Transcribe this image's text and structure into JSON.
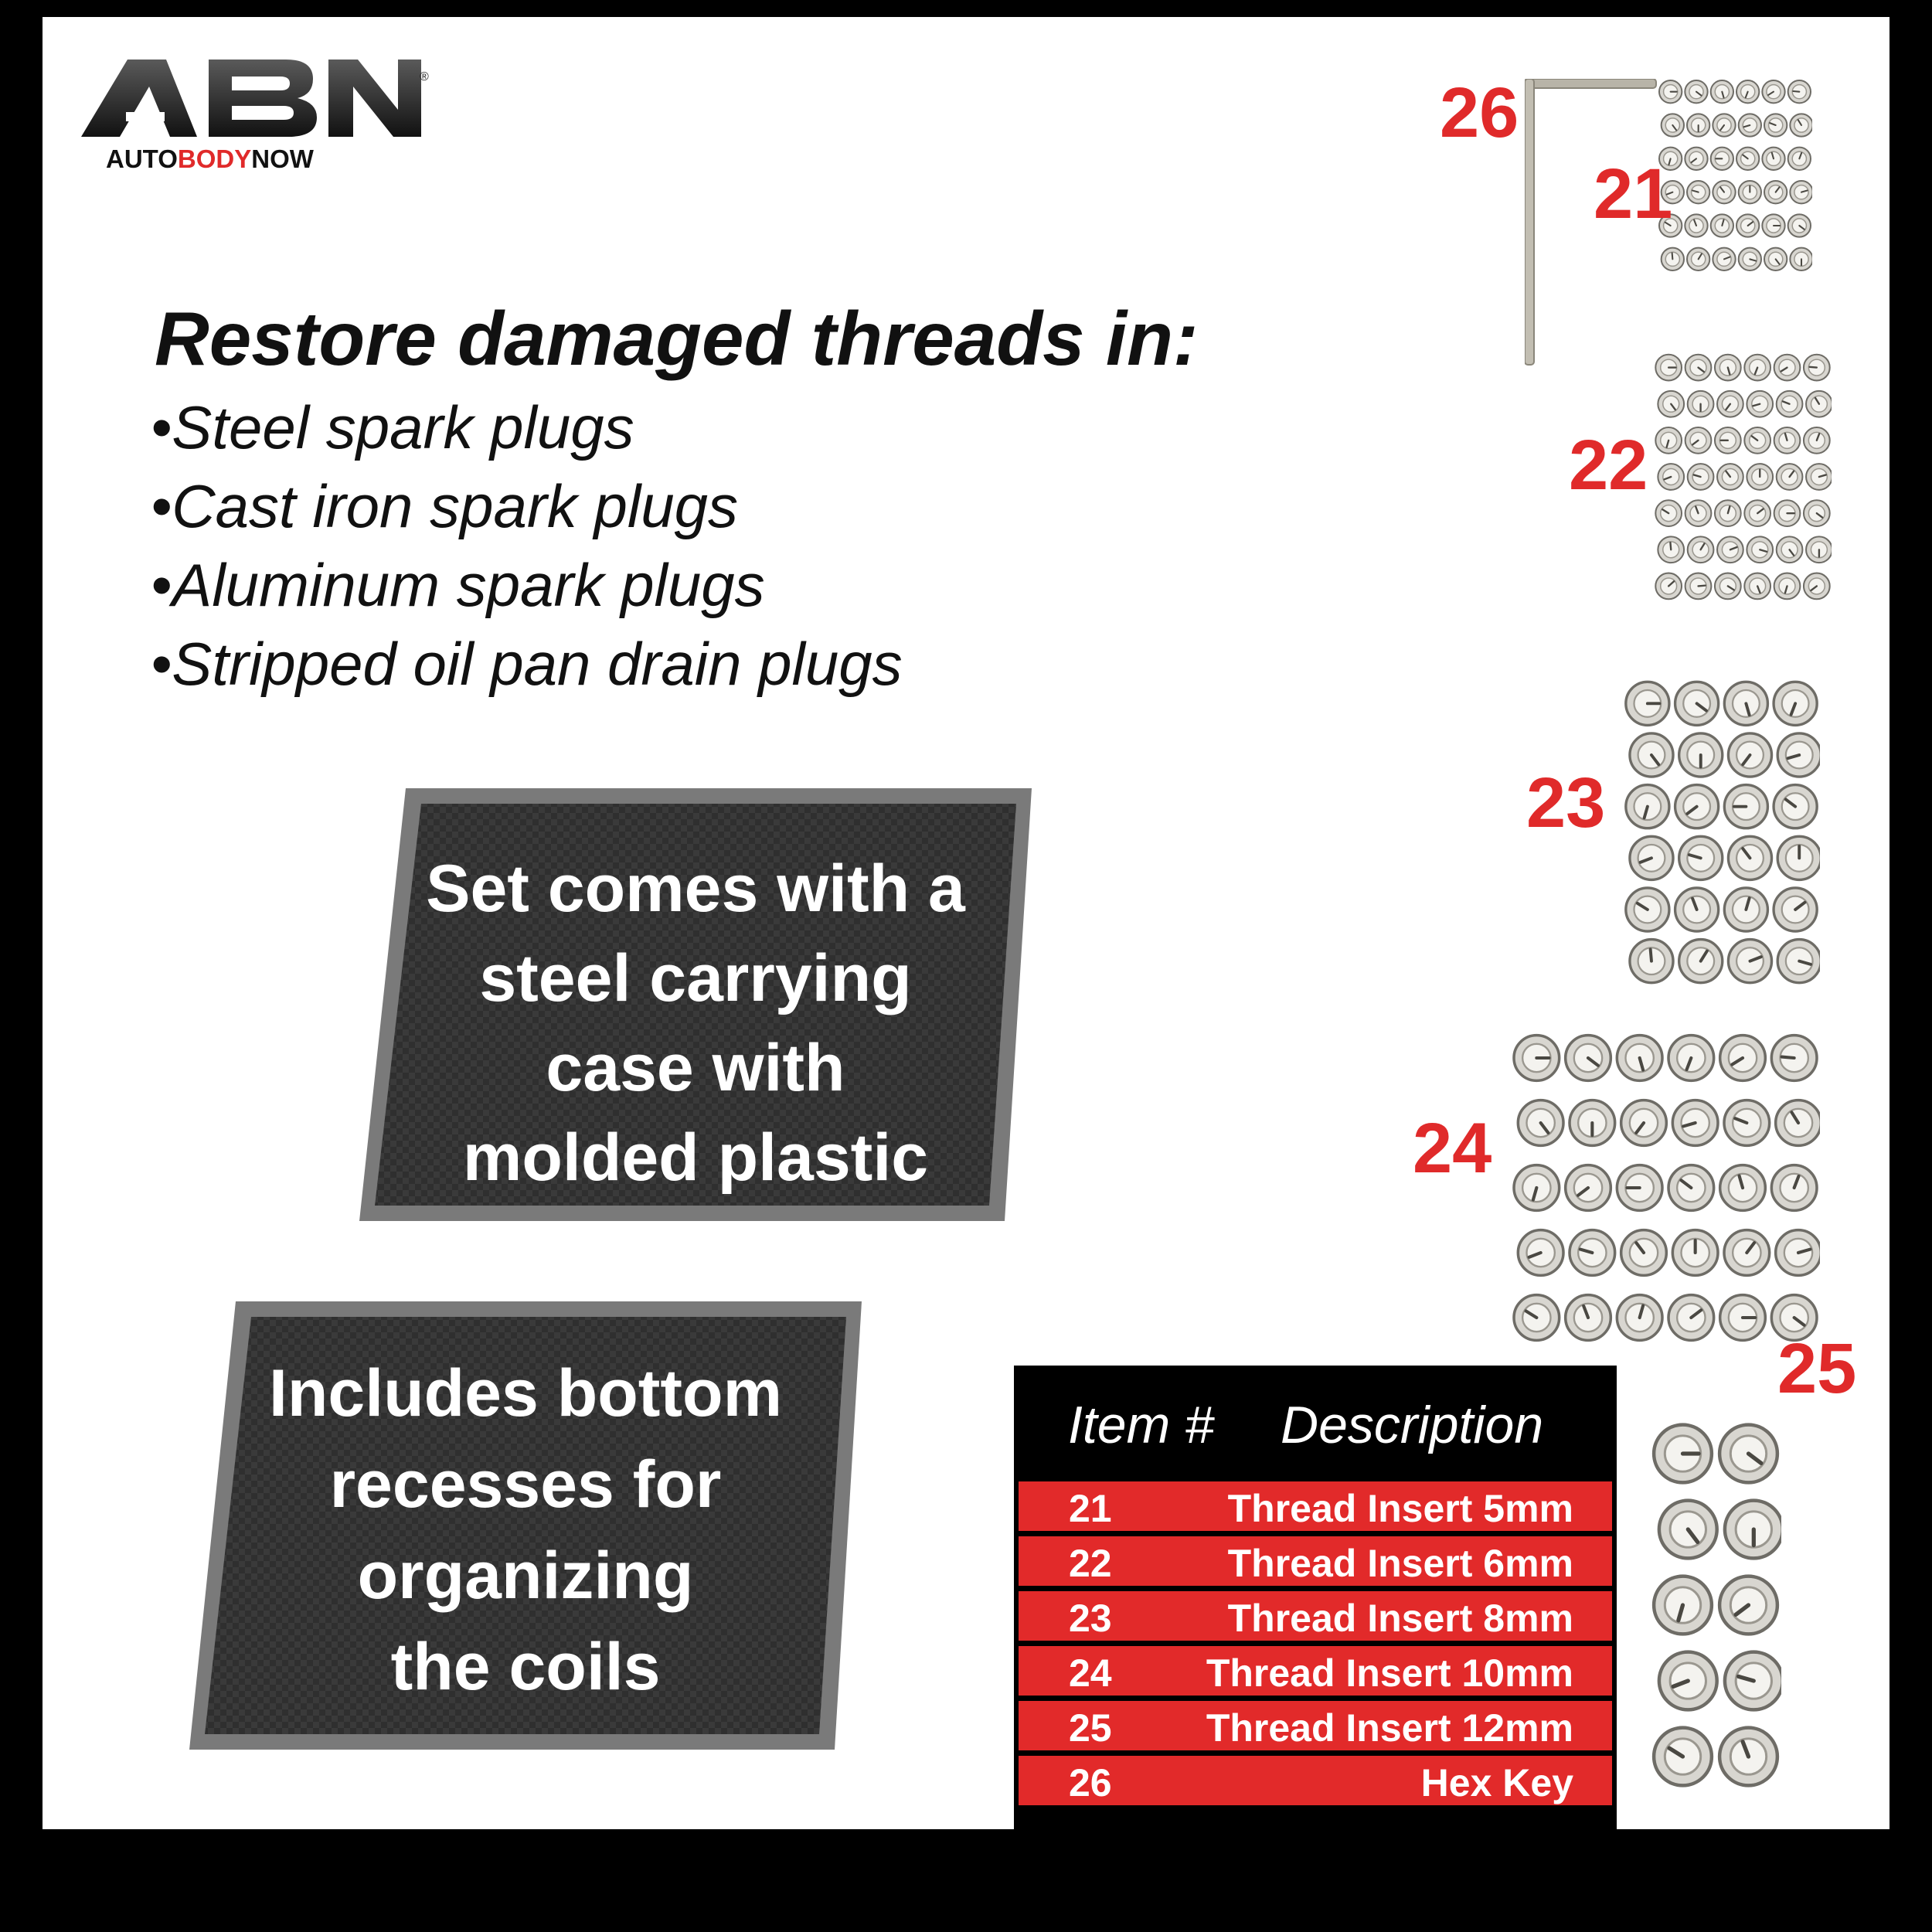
{
  "brand": {
    "logo_text": "ABN",
    "sub_pre": "AUTO",
    "sub_accent": "BODY",
    "sub_post": "NOW",
    "registered": "®",
    "accent_color": "#e02a2a"
  },
  "headline": "Restore damaged threads in:",
  "bullets": [
    "•Steel spark plugs",
    "•Cast iron spark plugs",
    "•Aluminum spark plugs",
    "•Stripped oil pan drain plugs"
  ],
  "case_card": {
    "lines": [
      "Set comes with a",
      "steel carrying",
      "case with",
      "molded plastic"
    ]
  },
  "recess_card": {
    "lines": [
      "Includes bottom",
      "recesses for",
      "organizing",
      "the coils"
    ]
  },
  "callouts": {
    "c21": "21",
    "c22": "22",
    "c23": "23",
    "c24": "24",
    "c25": "25",
    "c26": "26"
  },
  "table": {
    "header_item": "Item #",
    "header_desc": "Description",
    "rows": [
      {
        "num": "21",
        "desc": "Thread Insert 5mm"
      },
      {
        "num": "22",
        "desc": "Thread Insert 6mm"
      },
      {
        "num": "23",
        "desc": "Thread Insert 8mm"
      },
      {
        "num": "24",
        "desc": "Thread Insert 10mm"
      },
      {
        "num": "25",
        "desc": "Thread Insert 12mm"
      },
      {
        "num": "26",
        "desc": "Hex Key"
      }
    ],
    "row_color": "#e22a2a",
    "header_color": "#000000"
  },
  "parts": {
    "c21": {
      "cols": 6,
      "rows": 6
    },
    "c22": {
      "cols": 6,
      "rows": 7
    },
    "c23": {
      "cols": 4,
      "rows": 6
    },
    "c24": {
      "cols": 6,
      "rows": 5
    },
    "c25": {
      "cols": 2,
      "rows": 5
    }
  }
}
